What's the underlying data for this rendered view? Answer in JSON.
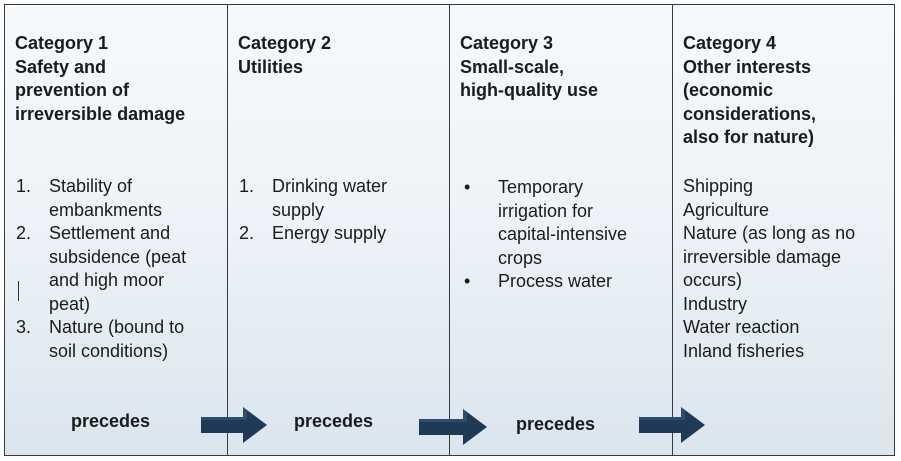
{
  "columns": [
    {
      "heading": [
        "Category 1",
        "Safety and",
        "prevention of",
        "irreversible damage"
      ],
      "list_type": "numbered",
      "items": [
        {
          "marker": "1.",
          "lines": [
            "Stability of",
            "embankments"
          ]
        },
        {
          "marker": "2.",
          "lines": [
            "Settlement and",
            "subsidence (peat",
            "and high moor",
            "peat)"
          ]
        },
        {
          "marker": "3.",
          "lines": [
            "Nature (bound to",
            "soil conditions)"
          ]
        }
      ]
    },
    {
      "heading": [
        "Category 2",
        "Utilities"
      ],
      "list_type": "numbered",
      "items": [
        {
          "marker": "1.",
          "lines": [
            "Drinking water",
            "supply"
          ]
        },
        {
          "marker": "2.",
          "lines": [
            "Energy supply"
          ]
        }
      ]
    },
    {
      "heading": [
        "Category 3",
        "Small-scale,",
        "high-quality use"
      ],
      "list_type": "bulleted",
      "items": [
        {
          "marker": "•",
          "lines": [
            "Temporary",
            "irrigation for",
            "capital-intensive",
            "crops"
          ]
        },
        {
          "marker": "•",
          "lines": [
            "Process water"
          ]
        }
      ]
    },
    {
      "heading": [
        "Category 4",
        "Other interests",
        "(economic",
        "considerations,",
        "also for nature)"
      ],
      "list_type": "plain",
      "items": [
        {
          "lines": [
            "Shipping"
          ]
        },
        {
          "lines": [
            "Agriculture"
          ]
        },
        {
          "lines": [
            "Nature (as long as no",
            "irreversible damage",
            "occurs)"
          ]
        },
        {
          "lines": [
            "Industry"
          ]
        },
        {
          "lines": [
            "Water reaction"
          ]
        },
        {
          "lines": [
            "Inland fisheries"
          ]
        }
      ]
    }
  ],
  "connectors": [
    {
      "label": "precedes"
    },
    {
      "label": "precedes"
    },
    {
      "label": "precedes"
    }
  ],
  "colors": {
    "arrow": "#1f3a56",
    "arrow_highlight": "#3c5d7e",
    "border": "#3a3a3a",
    "text": "#1b1b1b"
  }
}
